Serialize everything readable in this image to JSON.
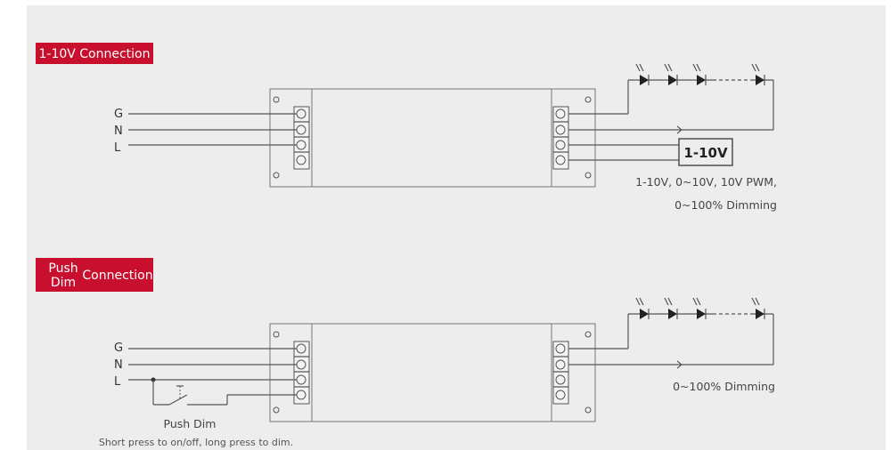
{
  "section1": {
    "title": "1-10V Connection",
    "input_labels": [
      "G",
      "N",
      "L"
    ],
    "module_label": "1-10V",
    "caption_line1": "1-10V, 0~10V, 10V PWM,",
    "caption_line2": "0~100% Dimming"
  },
  "section2": {
    "title_line1": "Push",
    "title_line2": "Dim",
    "title_suffix": "Connection",
    "input_labels": [
      "G",
      "N",
      "L"
    ],
    "switch_label": "Push Dim",
    "note": "Short press to on/off, long press to dim.",
    "caption": "0~100% Dimming"
  },
  "colors": {
    "title_bg": "#c8102e",
    "panel_bg": "#ededee",
    "line": "#555555"
  }
}
